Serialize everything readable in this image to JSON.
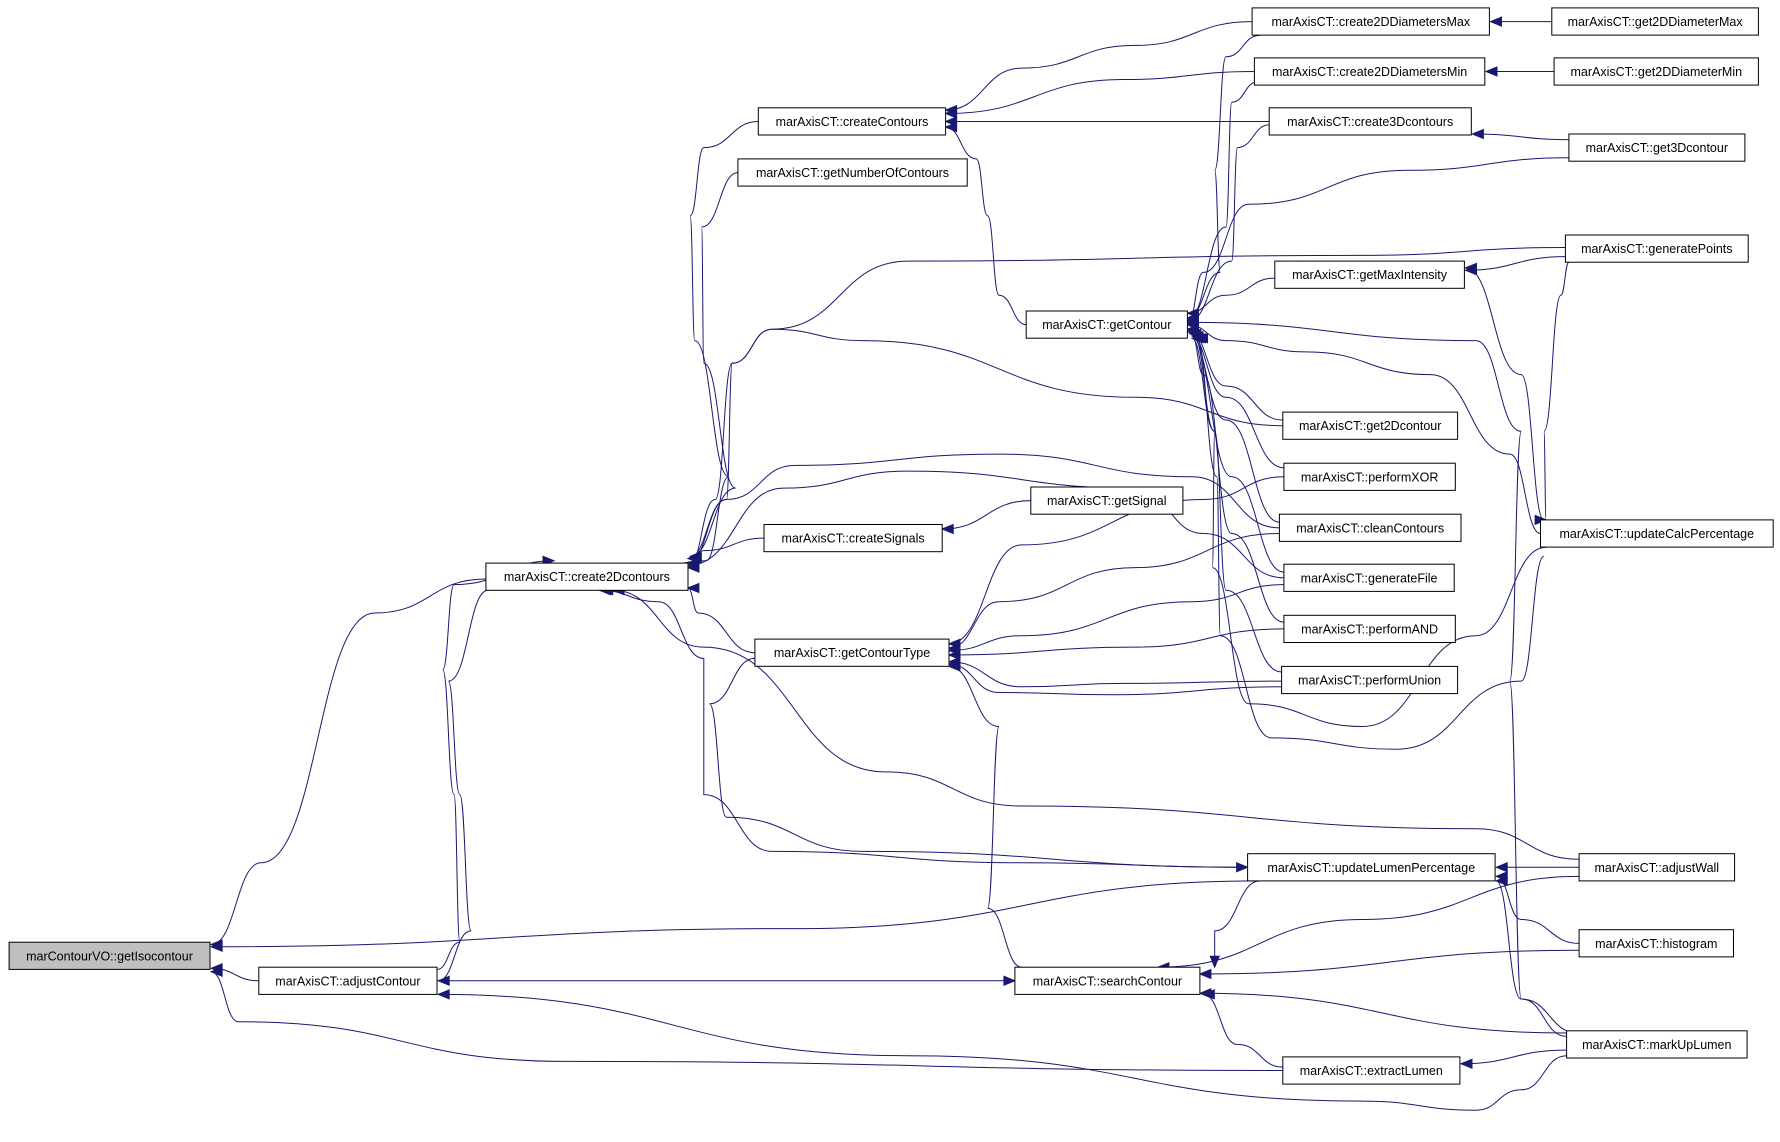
{
  "graph": {
    "edge_color": "#191970",
    "root_fill": "#bfbfbf",
    "nodes": {
      "getIsocontour": "marContourVO::getIsocontour",
      "create2Dcontours": "marAxisCT::create2Dcontours",
      "adjustContour": "marAxisCT::adjustContour",
      "createContours": "marAxisCT::createContours",
      "getNumberOfContours": "marAxisCT::getNumberOfContours",
      "createSignals": "marAxisCT::createSignals",
      "getContourType": "marAxisCT::getContourType",
      "getContour": "marAxisCT::getContour",
      "getSignal": "marAxisCT::getSignal",
      "searchContour": "marAxisCT::searchContour",
      "updateLumenPercentage": "marAxisCT::updateLumenPercentage",
      "create2DDiametersMax": "marAxisCT::create2DDiametersMax",
      "create2DDiametersMin": "marAxisCT::create2DDiametersMin",
      "create3Dcontours": "marAxisCT::create3Dcontours",
      "getMaxIntensity": "marAxisCT::getMaxIntensity",
      "get2Dcontour": "marAxisCT::get2Dcontour",
      "performXOR": "marAxisCT::performXOR",
      "cleanContours": "marAxisCT::cleanContours",
      "generateFile": "marAxisCT::generateFile",
      "performAND": "marAxisCT::performAND",
      "performUnion": "marAxisCT::performUnion",
      "extractLumen": "marAxisCT::extractLumen",
      "get2DDiameterMax": "marAxisCT::get2DDiameterMax",
      "get2DDiameterMin": "marAxisCT::get2DDiameterMin",
      "get3Dcontour": "marAxisCT::get3Dcontour",
      "generatePoints": "marAxisCT::generatePoints",
      "updateCalcPercentage": "marAxisCT::updateCalcPercentage",
      "adjustWall": "marAxisCT::adjustWall",
      "histogram": "marAxisCT::histogram",
      "markUpLumen": "marAxisCT::markUpLumen"
    }
  }
}
